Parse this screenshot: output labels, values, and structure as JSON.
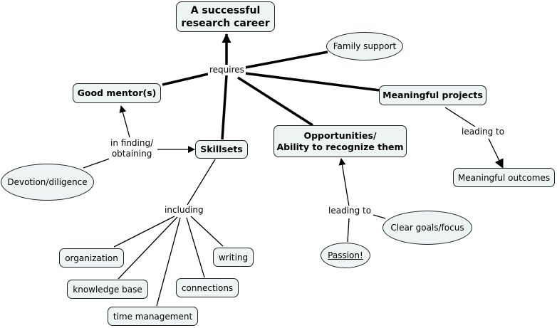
{
  "concepts": {
    "career": {
      "line1": "A successful",
      "line2": "research career"
    },
    "family": "Family support",
    "mentor": "Good mentor(s)",
    "projects": "Meaningful projects",
    "skillsets": "Skillsets",
    "opportunities": {
      "line1": "Opportunities/",
      "line2": "Ability to recognize them"
    },
    "outcomes": "Meaningful outcomes",
    "devotion": "Devotion/diligence",
    "organization": "organization",
    "knowledge": "knowledge base",
    "time": "time management",
    "connections": "connections",
    "writing": "writing",
    "goals": "Clear goals/focus",
    "passion": "Passion!"
  },
  "linking_phrases": {
    "requires": "requires",
    "finding": {
      "line1": "in finding/",
      "line2": "obtaining"
    },
    "leading_projects": "leading to",
    "including": "including",
    "leading_passion": "leading to"
  }
}
